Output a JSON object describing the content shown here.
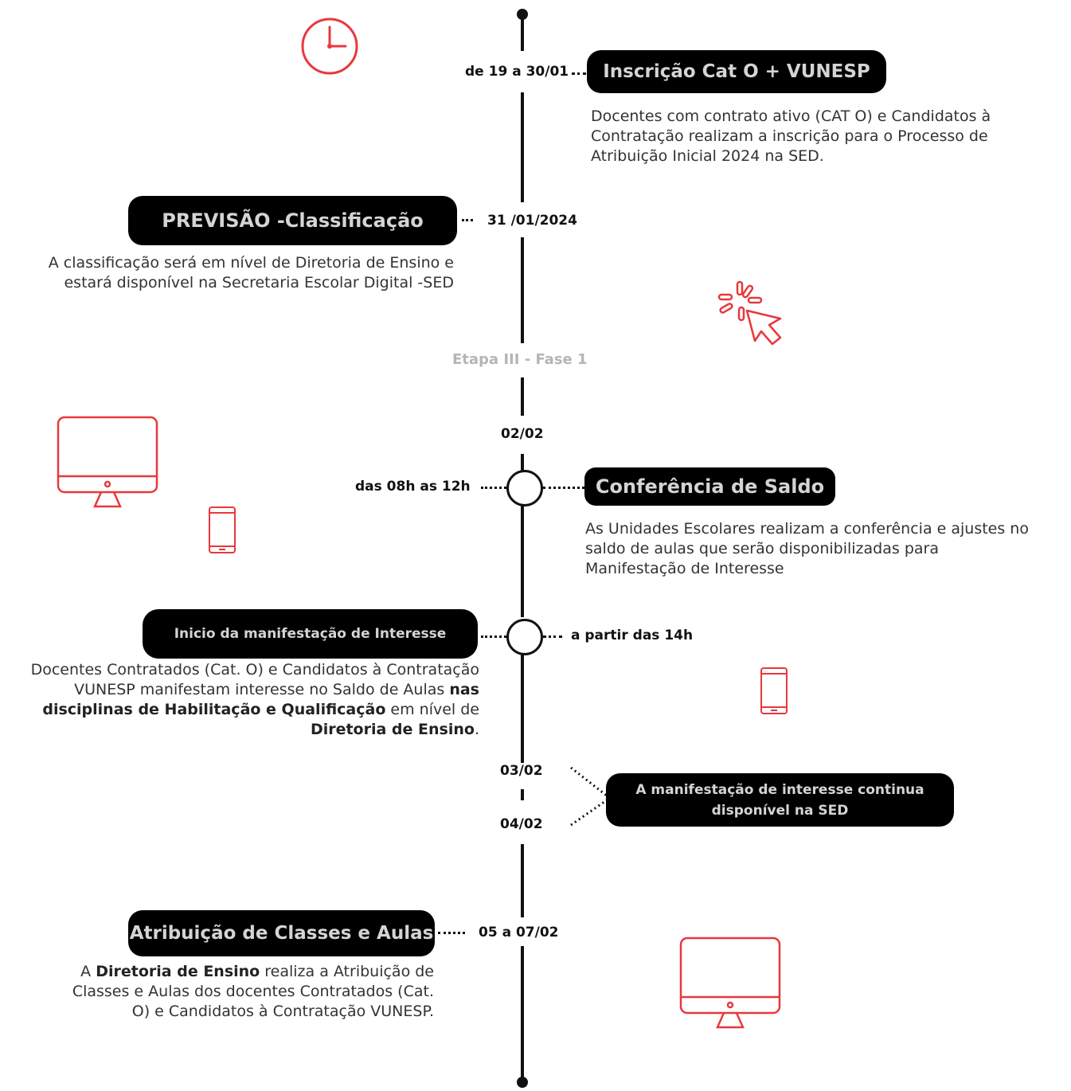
{
  "colors": {
    "accent": "#e8383d",
    "line": "#111111",
    "pill_bg": "#000000",
    "pill_text": "#d4d4d4",
    "stage": "#b5b5b5"
  },
  "icons": [
    "clock-icon",
    "click-cursor-icon",
    "monitor-icon",
    "smartphone-icon"
  ],
  "events": {
    "inscricao": {
      "date": "de 19 a 30/01",
      "title": "Inscrição Cat O + VUNESP",
      "desc": "Docentes com contrato ativo (CAT O) e Candidatos à Contratação realizam a inscrição para o Processo de Atribuição Inicial 2024 na SED."
    },
    "classificacao": {
      "date": "31 /01/2024",
      "title": "PREVISÃO -Classificação",
      "desc": "A classificação será em nível de Diretoria de Ensino e estará disponível na Secretaria Escolar Digital -SED"
    },
    "stage": "Etapa III - Fase 1",
    "day_0202": "02/02",
    "conferencia": {
      "time": "das 08h as 12h",
      "title": "Conferência de Saldo",
      "desc": "As Unidades Escolares realizam a conferência e ajustes no saldo de aulas que serão disponibilizadas para Manifestação de Interesse"
    },
    "manifestacao": {
      "time": "a partir das 14h",
      "title": "Inicio da manifestação de Interesse",
      "desc_1": "Docentes Contratados (Cat. O) e Candidatos à Contratação VUNESP manifestam interesse no Saldo de Aulas ",
      "desc_b1": "nas disciplinas de Habilitação e Qualificação",
      "desc_2": " em nível de ",
      "desc_b2": "Diretoria de Ensino",
      "desc_3": "."
    },
    "continua": {
      "date_1": "03/02",
      "date_2": "04/02",
      "title": "A manifestação de interesse continua disponível na SED"
    },
    "atribuicao": {
      "date": "05 a 07/02",
      "title": "Atribuição de Classes e Aulas",
      "desc_1": "A ",
      "desc_b1": "Diretoria de Ensino",
      "desc_2": " realiza a Atribuição de Classes e Aulas  dos docentes Contratados (Cat. O) e Candidatos à Contratação VUNESP."
    }
  }
}
